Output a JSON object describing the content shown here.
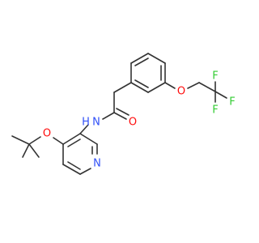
{
  "molecule": {
    "atoms": {
      "f_top": {
        "symbol": "F",
        "color": "#33cc33"
      },
      "f_right": {
        "symbol": "F",
        "color": "#33cc33"
      },
      "f_bottom": {
        "symbol": "F",
        "color": "#33cc33"
      },
      "o_ether_ring": {
        "symbol": "O",
        "color": "#ff0d0d"
      },
      "o_carbonyl": {
        "symbol": "O",
        "color": "#ff0d0d"
      },
      "n_amide": {
        "symbol": "N",
        "color": "#3050f8"
      },
      "h_amide": {
        "symbol": "H",
        "color": "#3050f8"
      },
      "o_tbu": {
        "symbol": "O",
        "color": "#ff0d0d"
      },
      "n_pyridine": {
        "symbol": "N",
        "color": "#3050f8"
      }
    },
    "bond_color": "#333333"
  }
}
